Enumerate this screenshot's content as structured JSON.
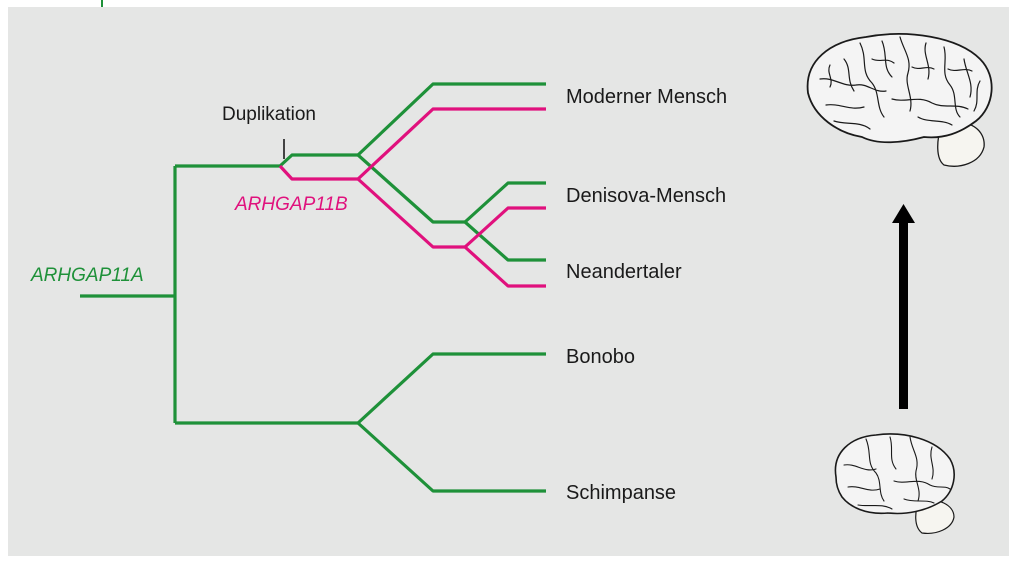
{
  "colors": {
    "background": "#e5e6e5",
    "ancestral_gene": "#1e9139",
    "duplicated_gene": "#e0117d",
    "text": "#1a1a1a",
    "arrow": "#000000",
    "frame_tick": "#1e9139"
  },
  "labels": {
    "duplication": "Duplikation",
    "gene_a": "ARHGAP11A",
    "gene_b": "ARHGAP11B"
  },
  "taxa": [
    {
      "name": "Moderner Mensch"
    },
    {
      "name": "Denisova-Mensch"
    },
    {
      "name": "Neandertaler"
    },
    {
      "name": "Bonobo"
    },
    {
      "name": "Schimpanse"
    }
  ],
  "icons": {
    "large_brain": "brain-large-icon",
    "small_brain": "brain-small-icon",
    "arrow": "arrow-up-icon"
  }
}
